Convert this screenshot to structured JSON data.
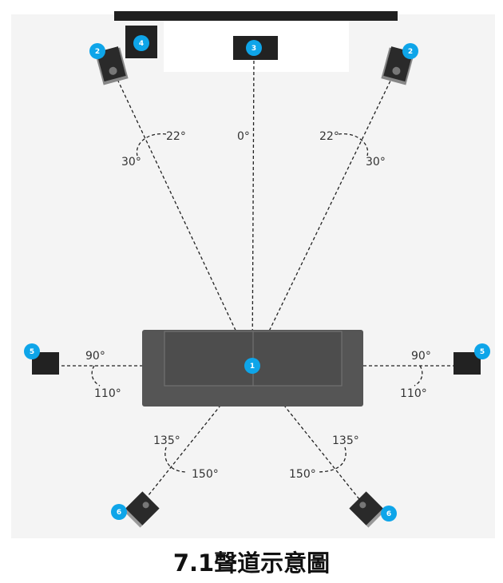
{
  "title": "7.1聲道示意圖",
  "badge_color": "#0ea5e9",
  "speakers": {
    "listener": "1",
    "front_left": "2",
    "front_right": "2",
    "center": "3",
    "subwoofer": "4",
    "side_left": "5",
    "side_right": "5",
    "rear_left": "6",
    "rear_right": "6"
  },
  "angles": {
    "front_left_inner": "22°",
    "front_left_outer": "30°",
    "center": "0°",
    "front_right_inner": "22°",
    "front_right_outer": "30°",
    "side_left_inner": "90°",
    "side_left_outer": "110°",
    "side_right_inner": "90°",
    "side_right_outer": "110°",
    "rear_left_inner": "135°",
    "rear_left_outer": "150°",
    "rear_right_inner": "135°",
    "rear_right_outer": "150°"
  }
}
